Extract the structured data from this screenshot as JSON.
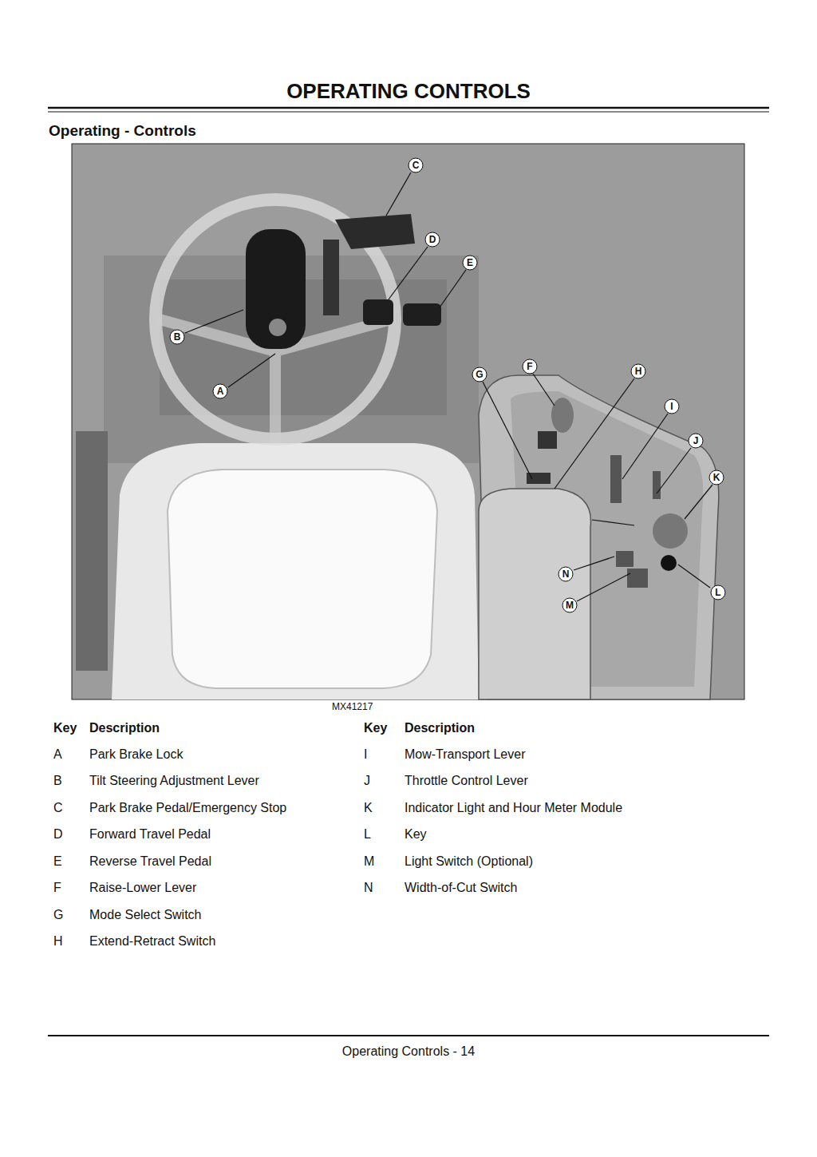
{
  "diagram": {
    "title": "OPERATING CONTROLS",
    "labels": [
      "Operating - Controls",
      "C",
      "D",
      "E",
      "B",
      "G",
      "F",
      "H",
      "I",
      "J",
      "K",
      "A",
      "N",
      "L",
      "M",
      "MX41217",
      "Key",
      "Description",
      "Key",
      "Description",
      "A",
      "Park Brake Lock",
      "I",
      "Mow-Transport Lever",
      "B",
      "Tilt Steering Adjustment Lever",
      "J",
      "Throttle Control Lever",
      "C",
      "Park Brake Pedal/Emergency Stop",
      "K",
      "Indicator Light and Hour Meter Module",
      "D",
      "Forward Travel Pedal",
      "L",
      "Key",
      "E",
      "Reverse Travel Pedal",
      "M",
      "Light Switch (Optional)",
      "F",
      "Raise-Lower Lever",
      "N",
      "Width-of-Cut Switch",
      "G",
      "Mode Select Switch",
      "H",
      "Extend-Retract Switch",
      "Operating Controls - 14"
    ]
  }
}
